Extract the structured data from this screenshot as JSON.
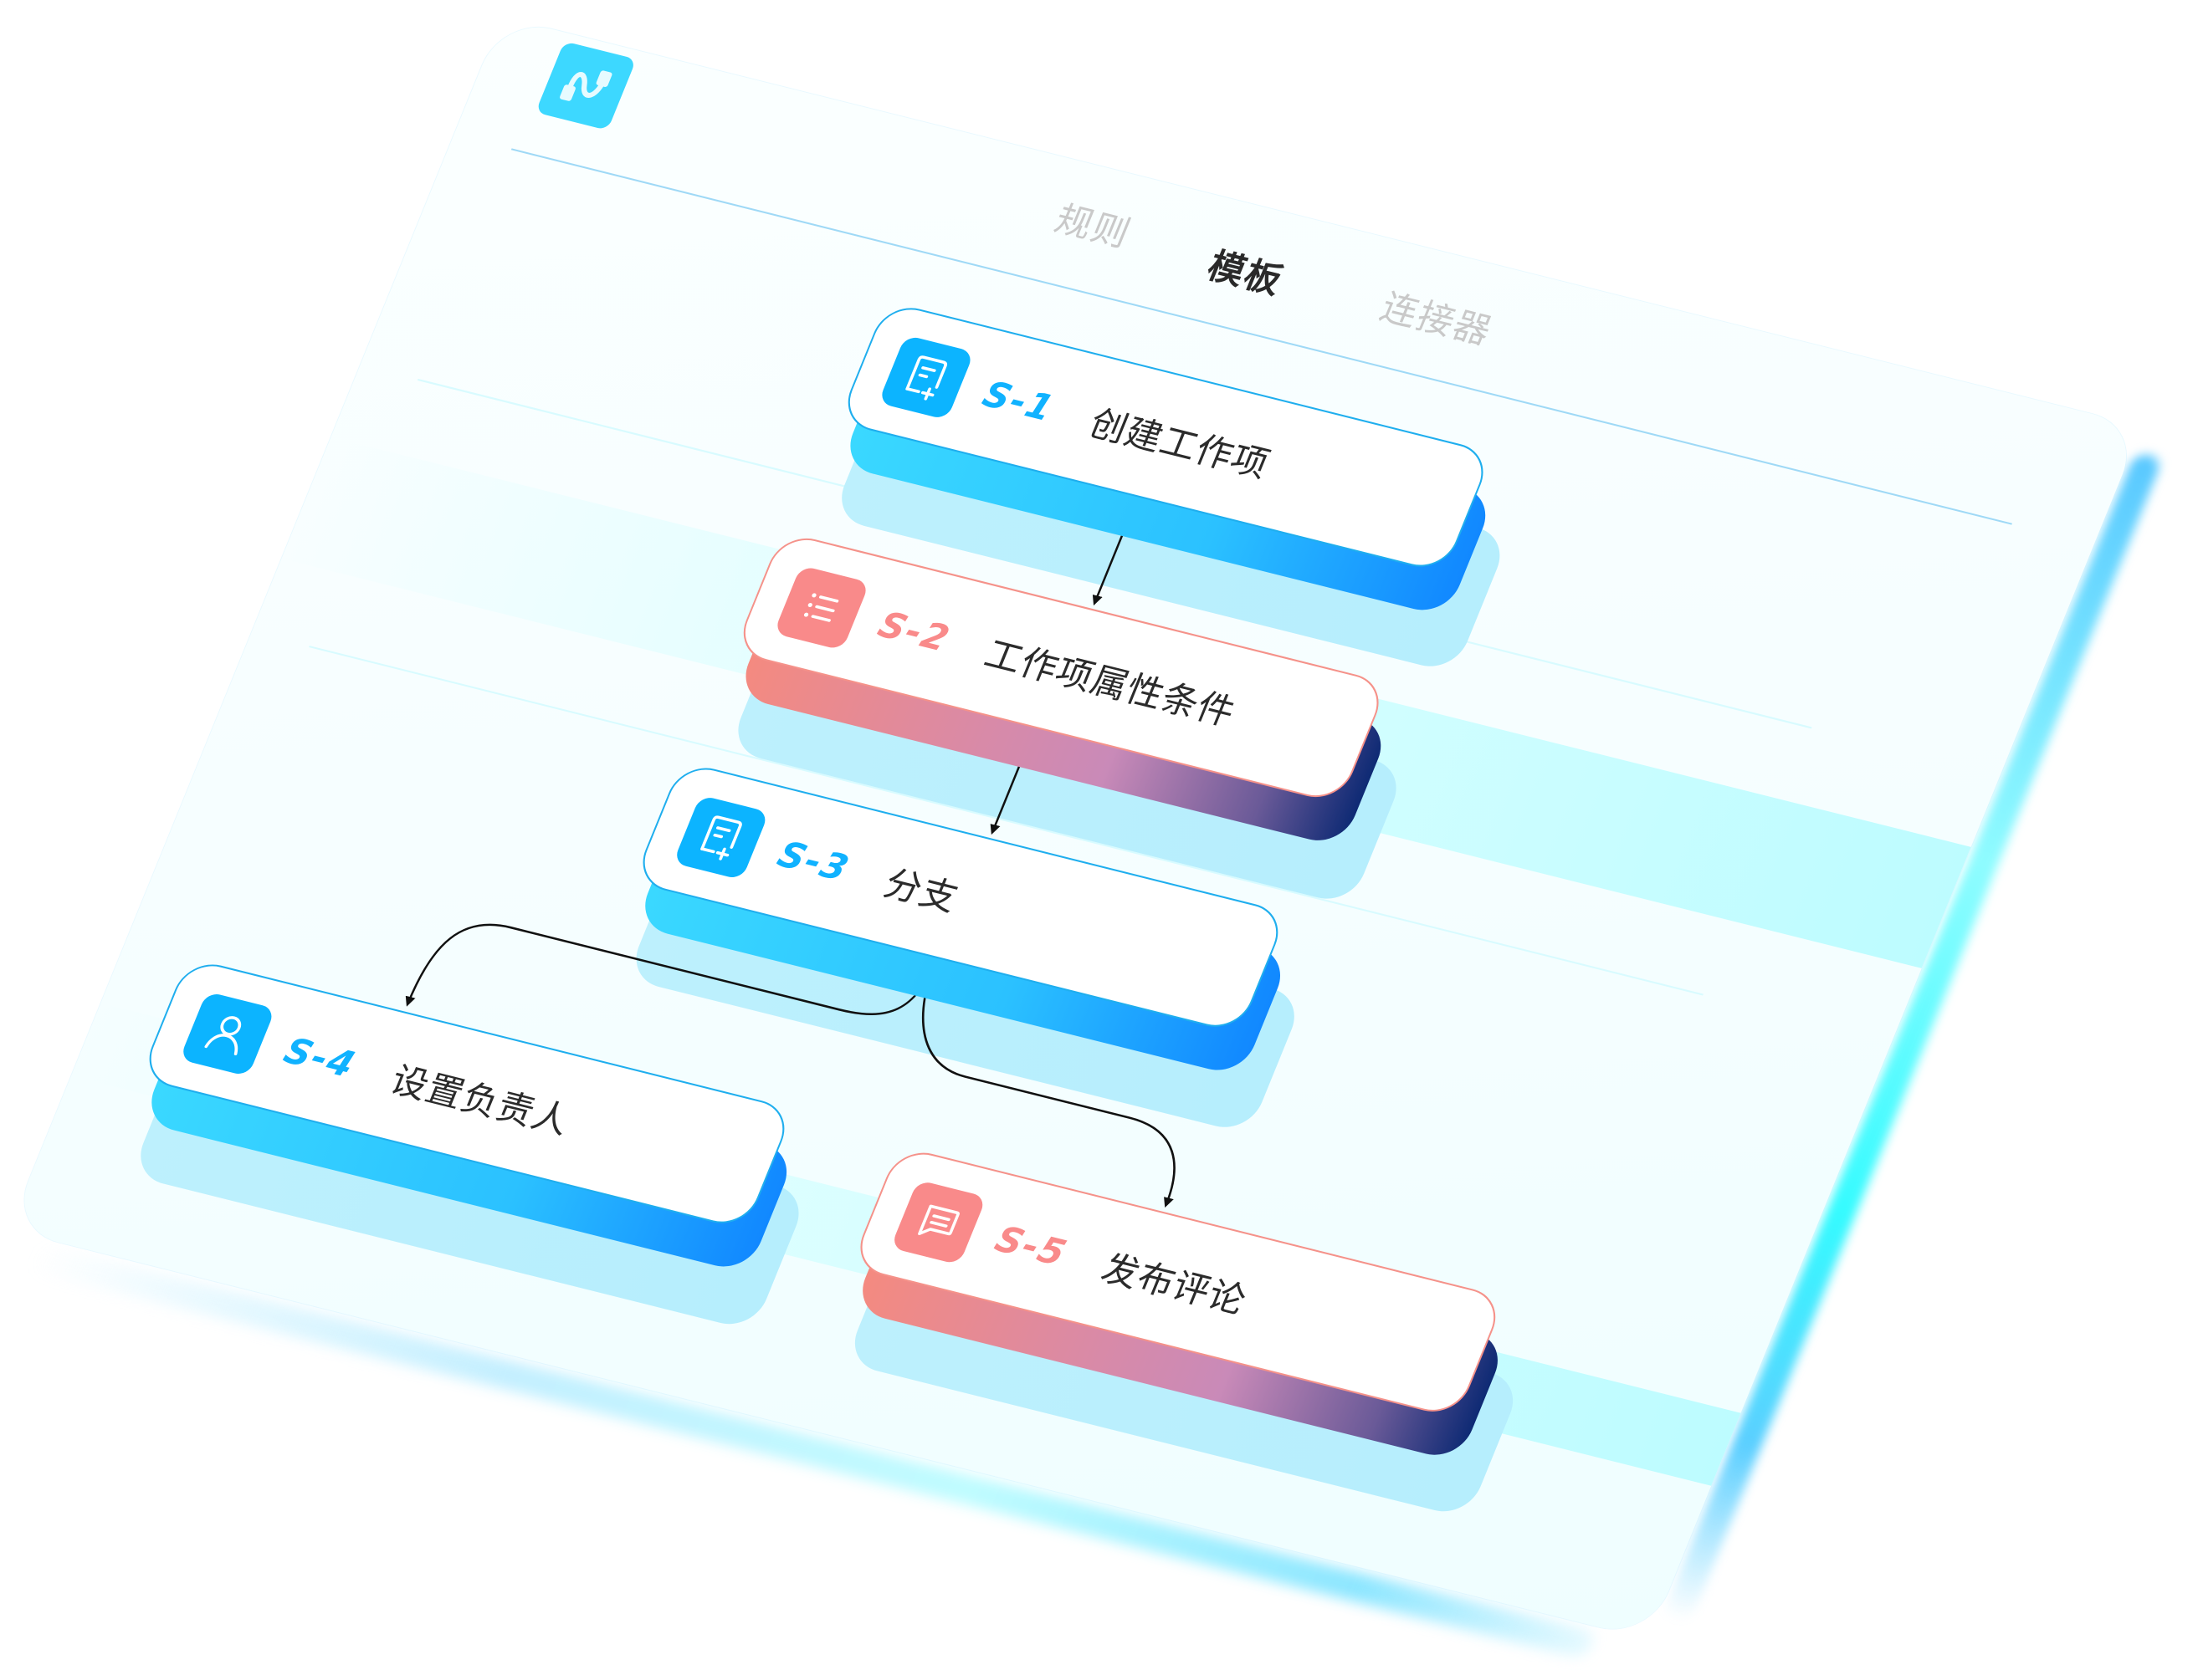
{
  "header": {
    "logo_icon": "workflow-curve-icon",
    "tabs": [
      {
        "label": "规则",
        "active": false
      },
      {
        "label": "模板",
        "active": true
      },
      {
        "label": "连接器",
        "active": false
      }
    ]
  },
  "flow": {
    "steps": [
      {
        "id": "S-1",
        "title": "创建工作项",
        "icon": "document-add-icon",
        "color": "blue"
      },
      {
        "id": "S-2",
        "title": "工作项属性条件",
        "icon": "list-icon",
        "color": "pink"
      },
      {
        "id": "S-3",
        "title": "分支",
        "icon": "document-add-icon",
        "color": "blue"
      },
      {
        "id": "S-4",
        "title": "设置负责人",
        "icon": "user-icon",
        "color": "blue"
      },
      {
        "id": "S-5",
        "title": "发布评论",
        "icon": "comment-icon",
        "color": "pink"
      }
    ],
    "connections": [
      {
        "from": "S-1",
        "to": "S-2"
      },
      {
        "from": "S-2",
        "to": "S-3"
      },
      {
        "from": "S-3",
        "to": "S-4"
      },
      {
        "from": "S-3",
        "to": "S-5"
      }
    ]
  },
  "colors": {
    "accent_blue": "#0cb4ff",
    "accent_pink": "#f98a8a",
    "logo_cyan": "#3dd8ff",
    "tab_active": "#2a2a2a",
    "tab_inactive": "#c9c9c9",
    "panel_bg": "#f5feff"
  }
}
